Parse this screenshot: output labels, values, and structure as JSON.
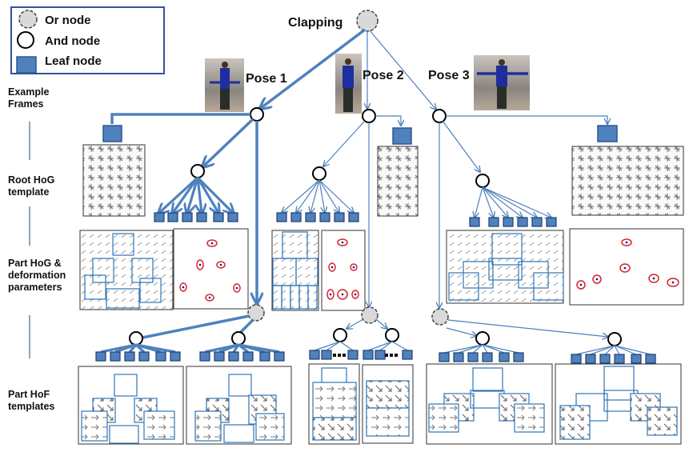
{
  "legend": {
    "items": [
      {
        "kind": "or",
        "label": "Or node"
      },
      {
        "kind": "and",
        "label": "And node"
      },
      {
        "kind": "leaf",
        "label": "Leaf node"
      }
    ]
  },
  "root": {
    "label": "Clapping",
    "kind": "or"
  },
  "poses": [
    {
      "label": "Pose 1",
      "selected": true
    },
    {
      "label": "Pose 2",
      "selected": false
    },
    {
      "label": "Pose 3",
      "selected": false
    }
  ],
  "row_labels": [
    {
      "line1": "Example",
      "line2": "Frames"
    },
    {
      "line1": "Root HoG",
      "line2": "template"
    },
    {
      "line1": "Part HoG &",
      "line2": "deformation",
      "line3": "parameters"
    },
    {
      "line1": "Part HoF",
      "line2": "templates"
    }
  ],
  "colors": {
    "edge": "#4f81bd",
    "leaf_fill": "#4f81bd",
    "leaf_stroke": "#1f3f6f",
    "or_fill": "#d9d9d9",
    "or_stroke": "#444444",
    "part_box": "#2e75b6",
    "ellipse": "#e02020",
    "dot": "#1010c0",
    "separator": "#4a6a8a"
  },
  "part_counts": {
    "pose1_hog_parts": 6,
    "pose2_hog_parts": 6,
    "pose3_hog_parts": 6,
    "pose1_hof_models": 2,
    "pose2_hof_models": 2,
    "pose3_hof_models": 2
  }
}
